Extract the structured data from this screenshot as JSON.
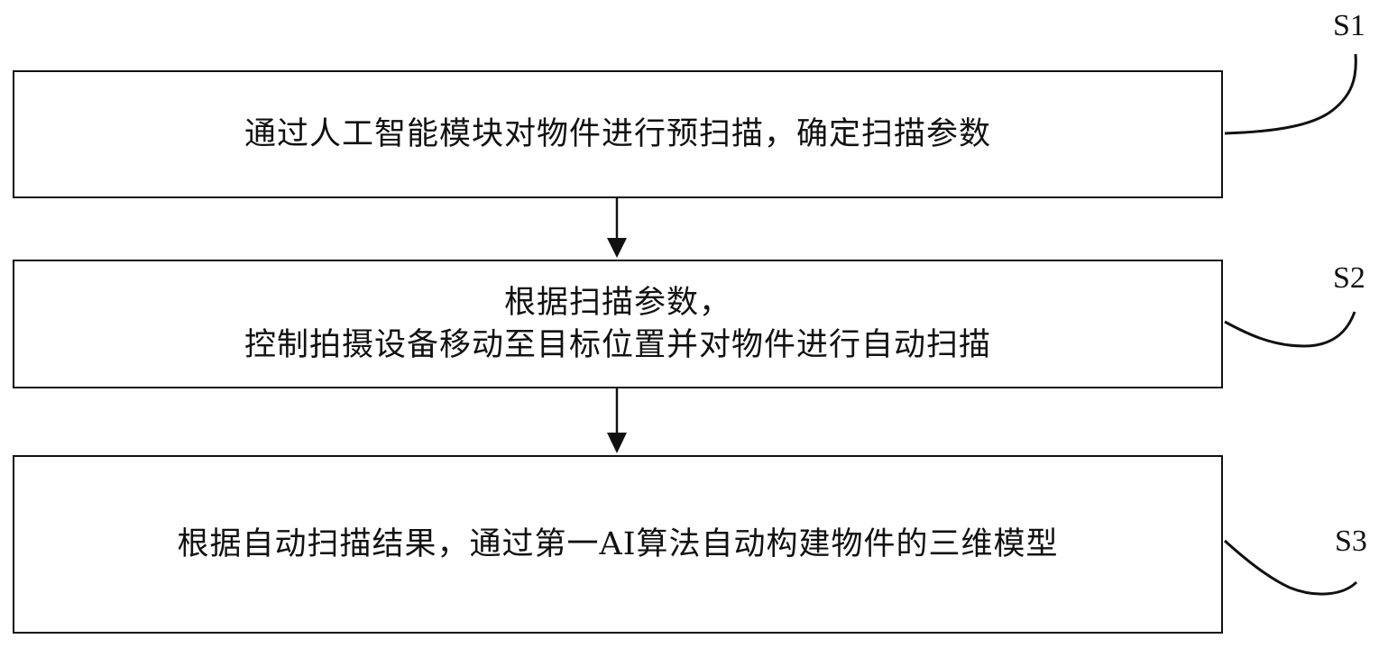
{
  "steps": [
    {
      "label": "S1",
      "lines": [
        "通过人工智能模块对物件进行预扫描，确定扫描参数"
      ]
    },
    {
      "label": "S2",
      "lines": [
        "根据扫描参数，",
        "控制拍摄设备移动至目标位置并对物件进行自动扫描"
      ]
    },
    {
      "label": "S3",
      "lines": [
        "根据自动扫描结果，通过第一AI算法自动构建物件的三维模型"
      ]
    }
  ],
  "colors": {
    "stroke": "#111111",
    "background": "#ffffff"
  }
}
